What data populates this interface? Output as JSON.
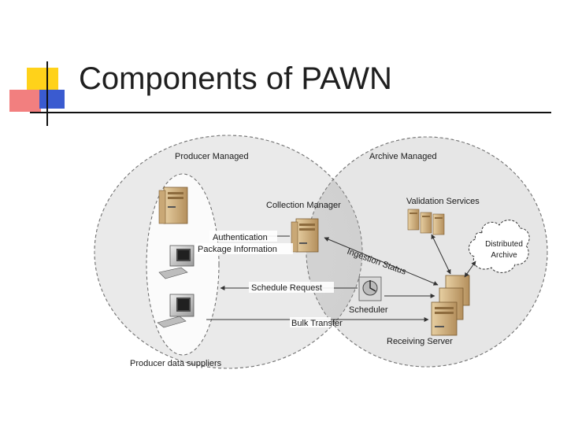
{
  "slide": {
    "title": "Components of PAWN"
  },
  "diagram": {
    "regions": {
      "producer": "Producer Managed",
      "archive": "Archive Managed"
    },
    "labels": {
      "collection_manager": "Collection Manager",
      "validation_services": "Validation Services",
      "distributed_archive_line1": "Distributed",
      "distributed_archive_line2": "Archive",
      "authentication": "Authentication",
      "package_information": "Package Information",
      "ingestion_status": "Ingestion Status",
      "schedule_request": "Schedule Request",
      "scheduler": "Scheduler",
      "bulk_transfer": "Bulk Transfer",
      "receiving_server": "Receiving Server",
      "producer_suppliers": "Producer data suppliers"
    }
  }
}
